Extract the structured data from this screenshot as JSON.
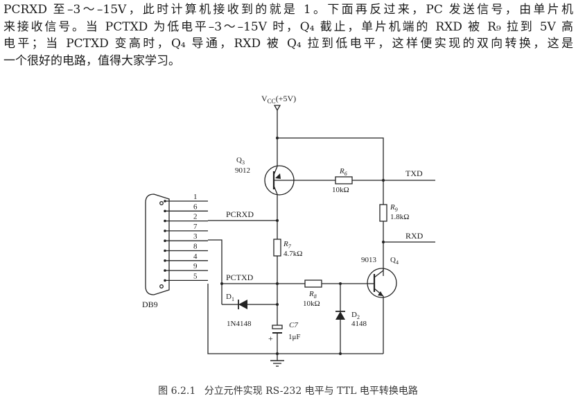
{
  "paragraph": {
    "lines": [
      "PCRXD 至–3～–15V，此时计算机接收到的就是 1。下面再反过来，PC 发送信号，由单片机",
      "来接收信号。当 PCTXD 为低电平–3～–15V 时，Q₄ 截止，单片机端的 RXD 被 R₉ 拉到 5V 高",
      "电平；当 PCTXD 变高时，Q₄ 导通，RXD 被 Q₄ 拉到低电平，这样便实现的双向转换，这是",
      "一个很好的电路，值得大家学习。"
    ]
  },
  "circuit": {
    "vcc_label": "V",
    "vcc_sub": "CC",
    "vcc_value": "(+5V)",
    "q3": {
      "ref": "Q",
      "sub": "3",
      "part": "9012"
    },
    "q4": {
      "ref": "Q",
      "sub": "4",
      "part": "9013"
    },
    "r6": {
      "ref": "R",
      "sub": "6",
      "value": "10kΩ"
    },
    "r7": {
      "ref": "R",
      "sub": "7",
      "value": "4.7kΩ"
    },
    "r8": {
      "ref": "R",
      "sub": "8",
      "value": "10kΩ"
    },
    "r9": {
      "ref": "R",
      "sub": "9",
      "value": "1.8kΩ"
    },
    "d1": {
      "ref": "D",
      "sub": "1",
      "part": "1N4148"
    },
    "d2": {
      "ref": "D",
      "sub": "2",
      "part": "4148"
    },
    "c7": {
      "ref": "C7",
      "value": "1μF",
      "polarity": "+"
    },
    "txd": "TXD",
    "rxd": "RXD",
    "pcrxd": "PCRXD",
    "pctxd": "PCTXD",
    "connector": "DB9",
    "pins": [
      "1",
      "6",
      "2",
      "7",
      "3",
      "8",
      "4",
      "9",
      "5"
    ]
  },
  "caption": {
    "number": "图 6.2.1",
    "title": "分立元件实现 RS-232 电平与 TTL 电平转换电路"
  }
}
